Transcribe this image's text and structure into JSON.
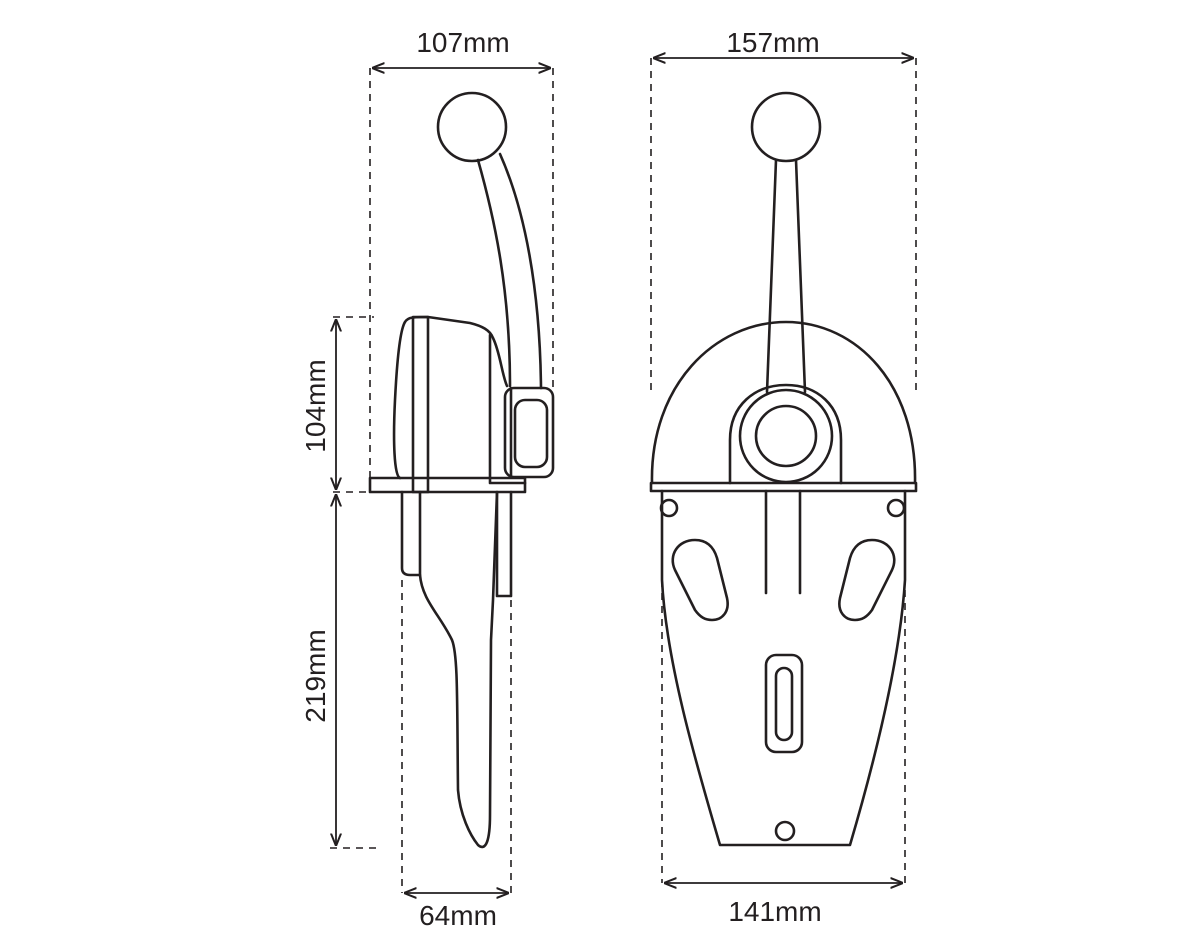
{
  "dimensions": {
    "side_width": "107mm",
    "side_housing_height": "104mm",
    "side_lower_height": "219mm",
    "side_base_width": "64mm",
    "front_width": "157mm",
    "front_base_width": "141mm"
  },
  "colors": {
    "line": "#231f20",
    "background": "#ffffff"
  }
}
